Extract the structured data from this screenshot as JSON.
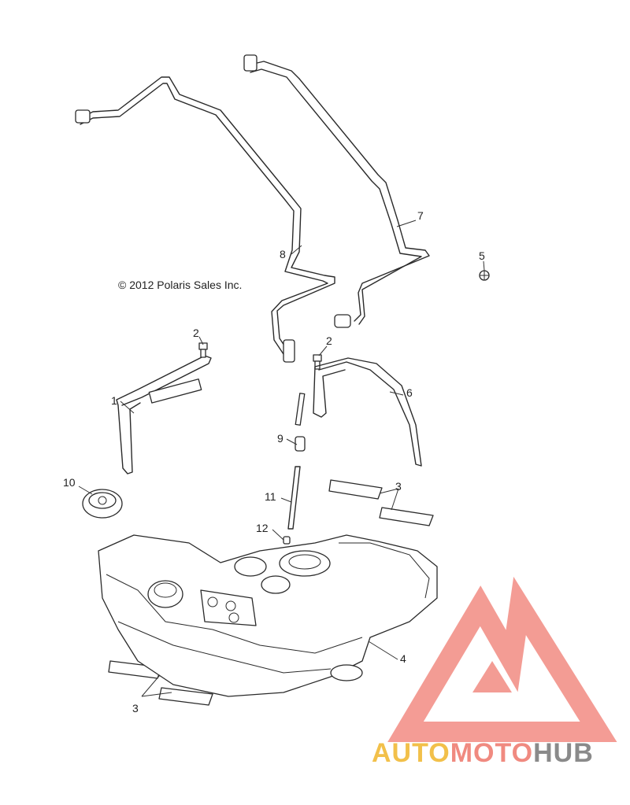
{
  "copyright": "© 2012 Polaris Sales Inc.",
  "callouts": [
    {
      "id": "1",
      "label": "1"
    },
    {
      "id": "2a",
      "label": "2"
    },
    {
      "id": "2b",
      "label": "2"
    },
    {
      "id": "3a",
      "label": "3"
    },
    {
      "id": "3b",
      "label": "3"
    },
    {
      "id": "4",
      "label": "4"
    },
    {
      "id": "5",
      "label": "5"
    },
    {
      "id": "6",
      "label": "6"
    },
    {
      "id": "7",
      "label": "7"
    },
    {
      "id": "8",
      "label": "8"
    },
    {
      "id": "9",
      "label": "9"
    },
    {
      "id": "10",
      "label": "10"
    },
    {
      "id": "11",
      "label": "11"
    },
    {
      "id": "12",
      "label": "12"
    }
  ],
  "watermark": {
    "auto": "AUTO",
    "moto": "MOTO",
    "hub": "HUB",
    "colors": {
      "auto": "#f2c04a",
      "moto": "#f08a80",
      "hub": "#8a8a8a",
      "logo": "#f28b82"
    }
  }
}
